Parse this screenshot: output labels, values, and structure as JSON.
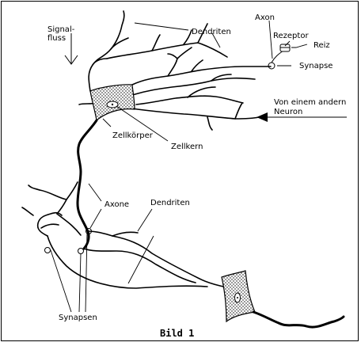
{
  "caption": "Bild 1",
  "labels": {
    "signalfluss_line1": "Signal-",
    "signalfluss_line2": "fluss",
    "dendriten_top": "Dendriten",
    "axon": "Axon",
    "rezeptor": "Rezeptor",
    "reiz": "Reiz",
    "synapse": "Synapse",
    "von_anderem_line1": "Von einem andern",
    "von_anderem_line2": "Neuron",
    "zellkoerper": "Zellkörper",
    "zellkern": "Zellkern",
    "axone": "Axone",
    "dendriten_bottom": "Dendriten",
    "synapsen": "Synapsen"
  }
}
